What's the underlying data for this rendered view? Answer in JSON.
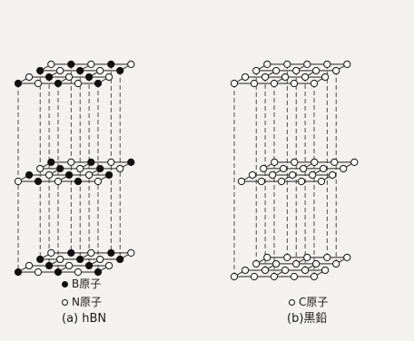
{
  "legend": {
    "b_atom": "B原子",
    "n_atom": "N原子",
    "c_atom": "C原子"
  },
  "captions": {
    "hbn": "(a) hBN",
    "graphite": "(b)黒鉛"
  }
}
